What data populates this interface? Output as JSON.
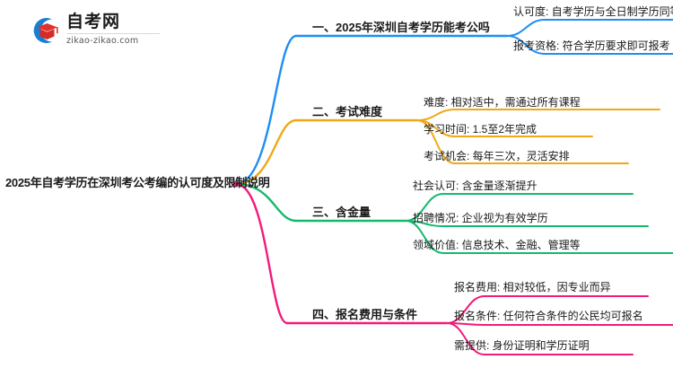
{
  "logo": {
    "name_cn": "自考网",
    "url": "zikao-zikao.com",
    "mark_icon": "graduation-cap-icon",
    "arc_color": "#1a7fd4",
    "cap_color": "#e0312c"
  },
  "mindmap": {
    "root": {
      "label": "2025年自考学历在深圳考公考编的认可度及限制说明"
    },
    "branches": [
      {
        "label": "一、2025年深圳自考学历能考公吗",
        "color": "#1f8ef1",
        "children": [
          {
            "label": "认可度: 自考学历与全日制学历同等"
          },
          {
            "label": "报考资格: 符合学历要求即可报考"
          }
        ]
      },
      {
        "label": "二、考试难度",
        "color": "#f0a818",
        "children": [
          {
            "label": "难度: 相对适中，需通过所有课程"
          },
          {
            "label": "学习时间: 1.5至2年完成"
          },
          {
            "label": "考试机会: 每年三次，灵活安排"
          }
        ]
      },
      {
        "label": "三、含金量",
        "color": "#13ba6d",
        "children": [
          {
            "label": "社会认可: 含金量逐渐提升"
          },
          {
            "label": "招聘情况: 企业视为有效学历"
          },
          {
            "label": "领域价值: 信息技术、金融、管理等"
          }
        ]
      },
      {
        "label": "四、报名费用与条件",
        "color": "#f21b7a",
        "children": [
          {
            "label": "报名费用: 相对较低，因专业而异"
          },
          {
            "label": "报名条件: 任何符合条件的公民均可报名"
          },
          {
            "label": "需提供: 身份证明和学历证明"
          }
        ]
      }
    ]
  }
}
